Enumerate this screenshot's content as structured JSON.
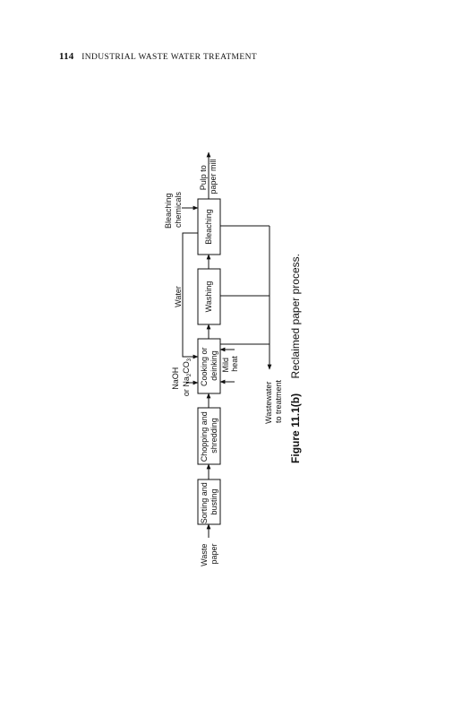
{
  "header": {
    "page_number": "114",
    "running_title": "INDUSTRIAL WASTE WATER TREATMENT"
  },
  "diagram": {
    "input": [
      "Waste",
      "paper"
    ],
    "boxes": {
      "sorting": [
        "Sorting and",
        "busting"
      ],
      "chopping": [
        "Chopping and",
        "shredding"
      ],
      "cooking": [
        "Cooking or",
        "deinking"
      ],
      "washing": [
        "Washing"
      ],
      "bleaching": [
        "Bleaching"
      ]
    },
    "naoh": [
      "NaOH",
      "or Na",
      "2",
      "CO",
      "3"
    ],
    "water": "Water",
    "bleaching_chemicals": [
      "Bleaching",
      "chemicals"
    ],
    "mild_heat": [
      "Mild",
      "heat"
    ],
    "output": [
      "Pulp to",
      "paper mill"
    ],
    "wastewater": [
      "Wastewater",
      "to treatment"
    ]
  },
  "caption": {
    "number": "Figure 11.1(b)",
    "text": "Reclaimed paper process."
  }
}
